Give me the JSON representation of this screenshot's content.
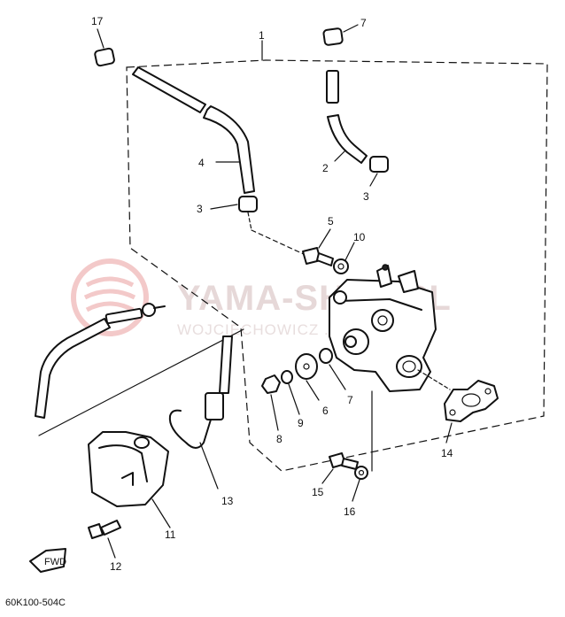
{
  "watermark": {
    "logo_icon": "yama-shop-logo-icon",
    "site": "YAMA-SHOP.PL",
    "subtitle": "WOJCIECHOWICZ ... YAMAHA"
  },
  "callouts": {
    "c1": "1",
    "c2": "2",
    "c3a": "3",
    "c3b": "3",
    "c4": "4",
    "c5": "5",
    "c6": "6",
    "c7": "7",
    "c7b": "7",
    "c8": "8",
    "c9": "9",
    "c10": "10",
    "c11": "11",
    "c12": "12",
    "c13": "13",
    "c14": "14",
    "c15": "15",
    "c16": "16",
    "c17": "17"
  },
  "fwd_label": "FWD",
  "diagram_code": "60K100-504C"
}
